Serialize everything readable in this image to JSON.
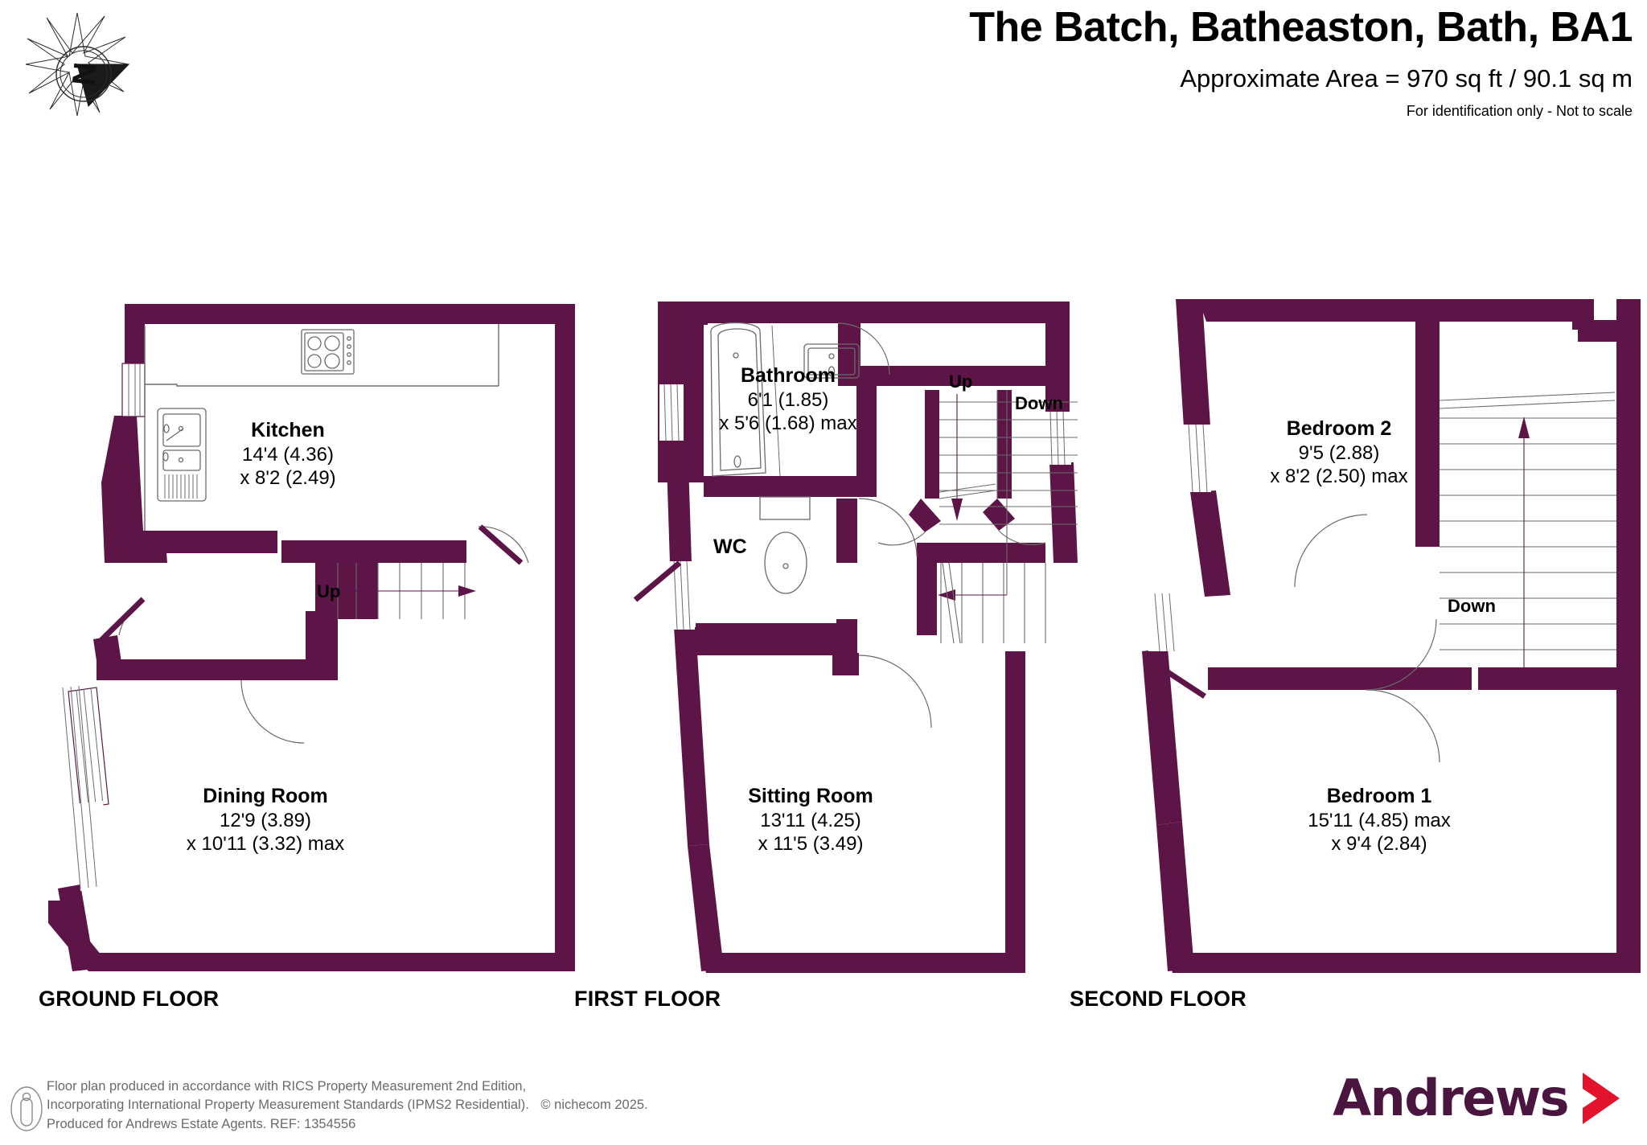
{
  "header": {
    "title": "The Batch, Batheaston, Bath, BA1",
    "area": "Approximate Area = 970 sq ft / 90.1 sq m",
    "disclaimer": "For identification only - Not to scale"
  },
  "colors": {
    "wall": "#5d1547",
    "brand_purple": "#4a1640",
    "brand_red": "#e2132b",
    "footer_text": "#6a6a6a",
    "fixture_line": "#6b6b6b"
  },
  "compass": {
    "letter": "N",
    "name": "north-arrow"
  },
  "floors": [
    {
      "id": "ground",
      "caption": "GROUND FLOOR",
      "rooms": [
        {
          "name": "Kitchen",
          "dim1": "14'4 (4.36)",
          "dim2": "x 8'2 (2.49)"
        },
        {
          "name": "Dining Room",
          "dim1": "12'9 (3.89)",
          "dim2": "x 10'11 (3.32) max"
        }
      ],
      "stairs": [
        {
          "label": "Up"
        }
      ]
    },
    {
      "id": "first",
      "caption": "FIRST FLOOR",
      "rooms": [
        {
          "name": "Bathroom",
          "dim1": "6'1 (1.85)",
          "dim2": "x 5'6 (1.68) max"
        },
        {
          "name": "WC",
          "dim1": "",
          "dim2": ""
        },
        {
          "name": "Sitting Room",
          "dim1": "13'11 (4.25)",
          "dim2": "x 11'5 (3.49)"
        }
      ],
      "stairs": [
        {
          "label": "Up"
        },
        {
          "label": "Down"
        }
      ]
    },
    {
      "id": "second",
      "caption": "SECOND FLOOR",
      "rooms": [
        {
          "name": "Bedroom 2",
          "dim1": "9'5 (2.88)",
          "dim2": "x 8'2 (2.50) max"
        },
        {
          "name": "Bedroom 1",
          "dim1": "15'11 (4.85) max",
          "dim2": "x 9'4 (2.84)"
        }
      ],
      "stairs": [
        {
          "label": "Down"
        }
      ]
    }
  ],
  "footer": {
    "line1": "Floor plan produced in accordance with RICS Property Measurement 2nd Edition,",
    "line2a": "Incorporating International Property Measurement Standards (IPMS2 Residential).",
    "line2b": "© nichecom 2025.",
    "line3": "Produced for Andrews Estate Agents.   REF: 1354556"
  },
  "brand": {
    "name": "Andrews"
  }
}
